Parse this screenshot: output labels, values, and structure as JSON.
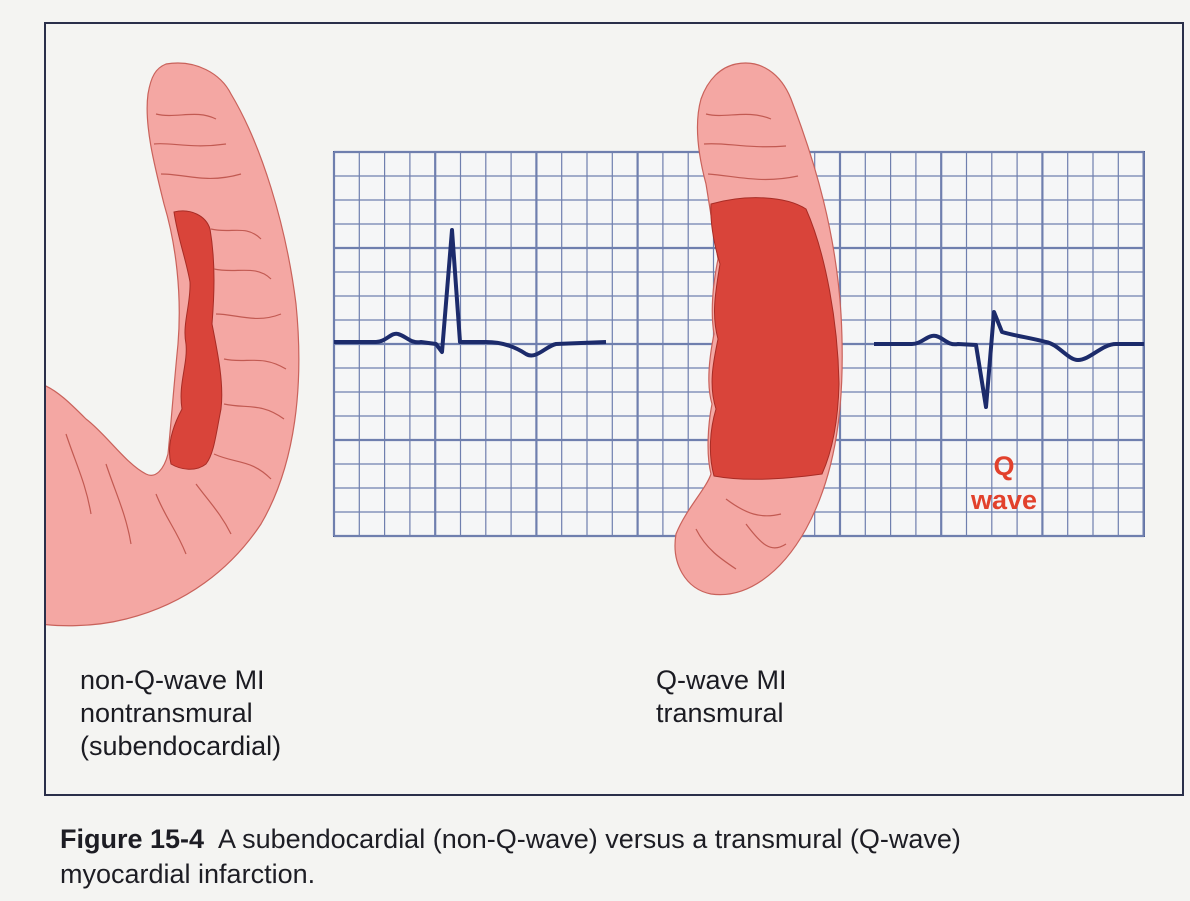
{
  "left_panel": {
    "label_lines": [
      "non-Q-wave MI",
      "nontransmural",
      "(subendocardial)"
    ]
  },
  "right_panel": {
    "label_lines": [
      "Q-wave MI",
      "transmural"
    ]
  },
  "q_wave_annotation": {
    "line1": "Q",
    "line2": "wave",
    "color": "#e2412c"
  },
  "caption": {
    "figure_number": "Figure 15-4",
    "text_line1": "A subendocardial (non-Q-wave) versus a transmural (Q-wave)",
    "text_line2": "myocardial infarction."
  },
  "colors": {
    "healthy_tissue": "#f4a7a3",
    "infarct": "#d9443a",
    "ecg_trace": "#1c2b6b",
    "grid": "#5a6b9a",
    "frame": "#2a2f4a"
  }
}
